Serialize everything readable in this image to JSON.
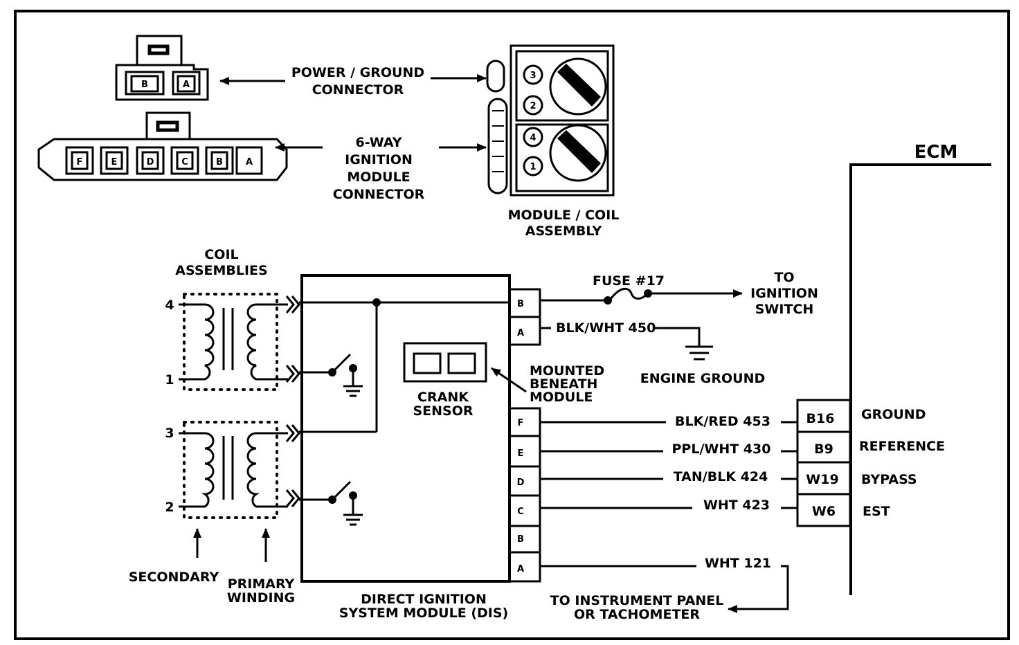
{
  "top": {
    "power_ground_connector": [
      "POWER / GROUND",
      "CONNECTOR"
    ],
    "six_way_connector": [
      "6-WAY",
      "IGNITION",
      "MODULE",
      "CONNECTOR"
    ],
    "module_coil_assembly": [
      "MODULE / COIL",
      "ASSEMBLY"
    ],
    "power_pins": [
      "B",
      "A"
    ],
    "six_way_pins": [
      "F",
      "E",
      "D",
      "C",
      "B",
      "A"
    ],
    "coil_tower_numbers": [
      "3",
      "2",
      "4",
      "1"
    ]
  },
  "coil": {
    "title": [
      "COIL",
      "ASSEMBLIES"
    ],
    "numbers": [
      "4",
      "1",
      "3",
      "2"
    ],
    "secondary": "SECONDARY",
    "primary": [
      "PRIMARY",
      "WINDING"
    ]
  },
  "dis": {
    "title": [
      "DIRECT IGNITION",
      "SYSTEM MODULE (DIS)"
    ],
    "terminals": [
      "B",
      "A",
      "F",
      "E",
      "D",
      "C",
      "B",
      "A"
    ],
    "crank_sensor": [
      "CRANK",
      "SENSOR"
    ],
    "mounted": [
      "MOUNTED",
      "BENEATH",
      "MODULE"
    ]
  },
  "wires": {
    "fuse": "FUSE #17",
    "to_ignition": [
      "TO",
      "IGNITION",
      "SWITCH"
    ],
    "blk_wht": "BLK/WHT 450",
    "engine_ground": "ENGINE GROUND",
    "blk_red": "BLK/RED 453",
    "ppl_wht": "PPL/WHT 430",
    "tan_blk": "TAN/BLK 424",
    "wht423": "WHT 423",
    "wht121": "WHT 121",
    "to_instrument": [
      "TO INSTRUMENT PANEL",
      "OR TACHOMETER"
    ]
  },
  "ecm": {
    "title": "ECM",
    "pins": [
      "B16",
      "B9",
      "W19",
      "W6"
    ],
    "functions": [
      "GROUND",
      "REFERENCE",
      "BYPASS",
      "EST"
    ]
  }
}
